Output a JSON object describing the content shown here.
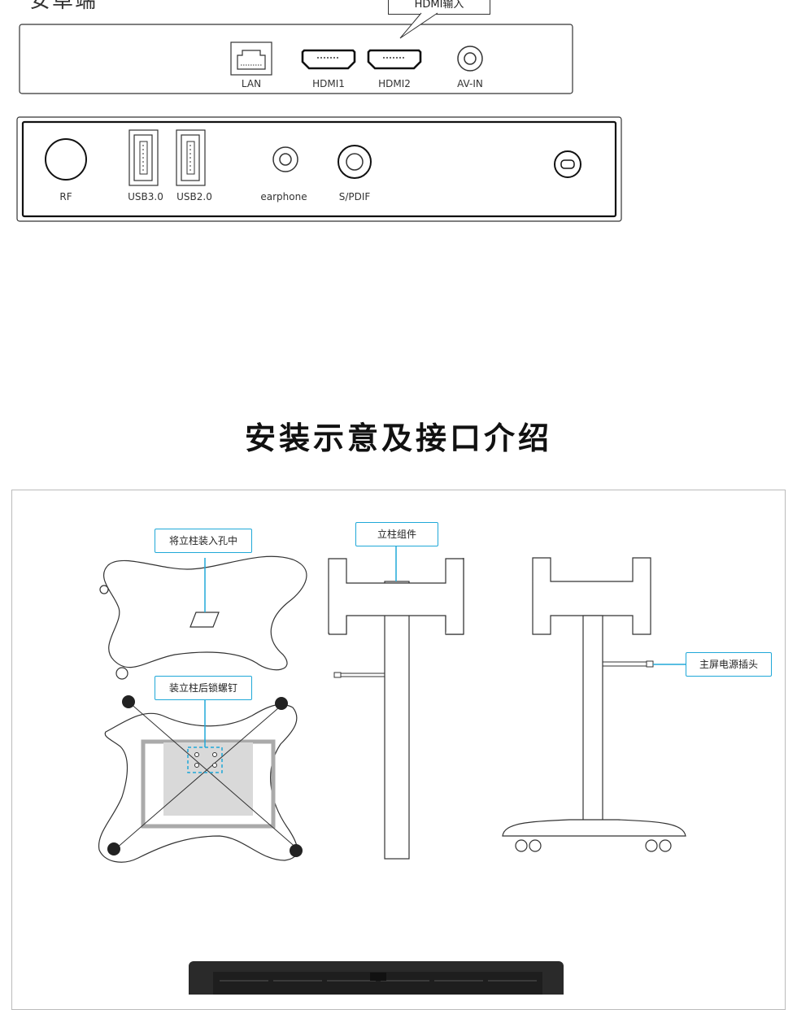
{
  "top_heading": "安卓端",
  "hdmi_callout": "HDMI输入",
  "panel_top": {
    "ports": [
      {
        "label": "LAN"
      },
      {
        "label": "HDMI1"
      },
      {
        "label": "HDMI2"
      },
      {
        "label": "AV-IN"
      }
    ]
  },
  "panel_bottom": {
    "ports": [
      {
        "label": "RF"
      },
      {
        "label": "USB3.0"
      },
      {
        "label": "USB2.0"
      },
      {
        "label": "earphone"
      },
      {
        "label": "S/PDIF"
      }
    ]
  },
  "section_title": "安装示意及接口介绍",
  "callouts": {
    "insert_post": "将立柱装入孔中",
    "post_assembly": "立柱组件",
    "lock_screws": "装立柱后锁螺钉",
    "power_plug": "主屏电源插头"
  },
  "colors": {
    "accent": "#20a8d8",
    "line": "#333333",
    "plate_fill": "#d9d9d9"
  }
}
